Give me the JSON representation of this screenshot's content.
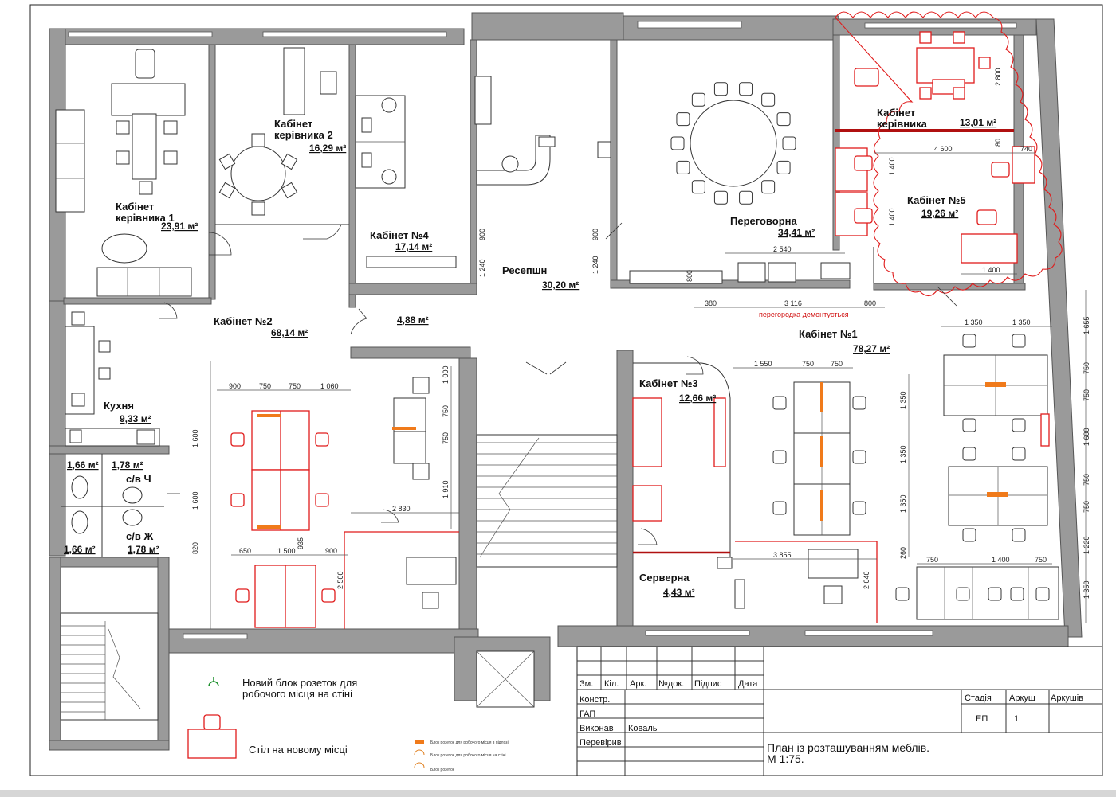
{
  "plan": {
    "rooms": [
      {
        "name": "Кабінет\nкерівника 1",
        "area": "23,91 м²"
      },
      {
        "name": "Кабінет\nкерівника 2",
        "area": "16,29 м²"
      },
      {
        "name": "Кабінет №4",
        "area": "17,14 м²"
      },
      {
        "name": "Ресепшн",
        "area": "30,20 м²"
      },
      {
        "name": "Переговорна",
        "area": "34,41 м²"
      },
      {
        "name": "Кабінет\nкерівника",
        "area": "13,01 м²"
      },
      {
        "name": "Кабінет №5",
        "area": "19,26 м²"
      },
      {
        "name": "Кабінет №2",
        "area": "68,14 м²"
      },
      {
        "name": "",
        "area": "4,88 м²"
      },
      {
        "name": "Кабінет №1",
        "area": "78,27 м²"
      },
      {
        "name": "Кухня",
        "area": "9,33 м²"
      },
      {
        "name": "Кабінет №3",
        "area": "12,66 м²"
      },
      {
        "name": "Серверна",
        "area": "4,43 м²"
      },
      {
        "name": "",
        "area": "1,66 м²"
      },
      {
        "name": "с/в Ч",
        "area": "1,78 м²"
      },
      {
        "name": "",
        "area": "1,66 м²"
      },
      {
        "name": "с/в Ж",
        "area": "1,78 м²"
      }
    ],
    "dimensions": {
      "horizontal": [
        "900",
        "750",
        "750",
        "1 060",
        "650",
        "1 500",
        "900",
        "2 830",
        "4 600",
        "740",
        "2 540",
        "1 400",
        "380",
        "3 116",
        "800",
        "1 350",
        "1 350",
        "1 550",
        "750",
        "750",
        "3 855",
        "750",
        "1 400",
        "750"
      ],
      "vertical": [
        "2 800",
        "80",
        "1 400",
        "1 400",
        "900",
        "1 240",
        "900",
        "1 240",
        "800",
        "1 000",
        "750",
        "750",
        "1 600",
        "1 600",
        "820",
        "935",
        "2 500",
        "1 910",
        "1 350",
        "1 350",
        "1 350",
        "260",
        "2 040",
        "1 655",
        "750",
        "750",
        "1 600",
        "750",
        "750",
        "1 220",
        "1 350"
      ]
    },
    "notes": {
      "partition": "перегородка демонтується"
    }
  },
  "legend": {
    "new_socket_block": "Новий блок розеток для\nробочого місця на стіні",
    "table_new_place": "Стіл на новому місці",
    "small_floor": "Блок розеток для робочого місця в підлозі",
    "small_wall": "Блок розеток для робочого місця на стіні",
    "small_block": "Блок розеток"
  },
  "title_block": {
    "headers": [
      "Зм.",
      "Кіл.",
      "Арк.",
      "№док.",
      "Підпис",
      "Дата"
    ],
    "rows": [
      {
        "role": "Констр.",
        "name": ""
      },
      {
        "role": "ГАП",
        "name": ""
      },
      {
        "role": "Виконав",
        "name": "Коваль"
      },
      {
        "role": "Перевірив",
        "name": ""
      }
    ],
    "stage_headers": [
      "Стадія",
      "Аркуш",
      "Аркушів"
    ],
    "stage": "ЕП",
    "sheet": "1",
    "sheets": "",
    "drawing_title": "План із розташуванням меблів.\nМ 1:75."
  },
  "colors": {
    "wall": "#9a9a9a",
    "line": "#333333",
    "new_furniture": "#e01b1b",
    "floor_socket": "#f07a1a"
  }
}
